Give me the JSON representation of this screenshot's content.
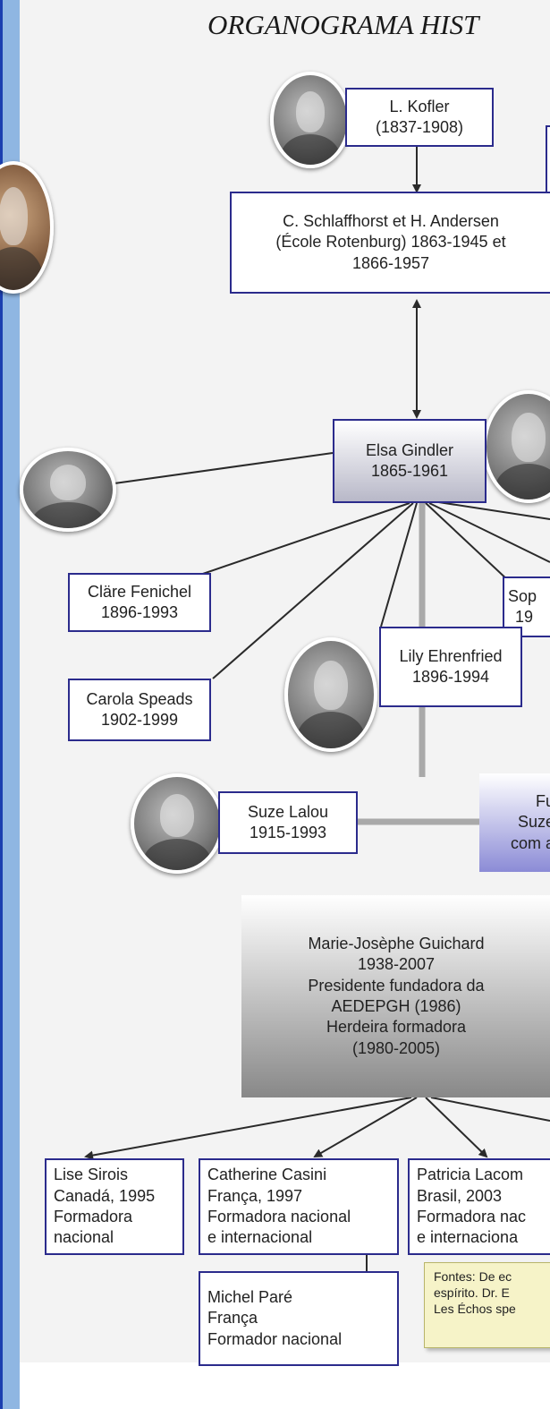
{
  "title": "ORGANOGRAMA HIST",
  "lines": {
    "arrow_color": "#2a2a2a",
    "gray_line_color": "#a9a9a9"
  },
  "nodes": {
    "kofler": {
      "line1": "L. Kofler",
      "line2": "(1837-1908)"
    },
    "schlaffhorst": {
      "line1": "C. Schlaffhorst et H. Andersen",
      "line2": "(École Rotenburg) 1863-1945 et",
      "line3": "1866-1957"
    },
    "gindler": {
      "line1": "Elsa Gindler",
      "line2": "1865-1961"
    },
    "fenichel": {
      "line1": "Cläre Fenichel",
      "line2": "1896-1993"
    },
    "sophie": {
      "line1": "Sop",
      "line2": "19"
    },
    "speads": {
      "line1": "Carola Speads",
      "line2": "1902-1999"
    },
    "ehrenfried": {
      "line1": "Lily Ehrenfried",
      "line2": "1896-1994"
    },
    "lalou": {
      "line1": "Suze Lalou",
      "line2": "1915-1993"
    },
    "fundacao": {
      "line1": "Fu",
      "line2": "Suze",
      "line3": "com a"
    },
    "guichard": {
      "line1": "Marie-Josèphe Guichard",
      "line2": "1938-2007",
      "line3": "Presidente fundadora da",
      "line4": "AEDEPGH (1986)",
      "line5": "Herdeira formadora",
      "line6": "(1980-2005)"
    },
    "sirois": {
      "line1": "Lise Sirois",
      "line2": "Canadá, 1995",
      "line3": "Formadora",
      "line4": "nacional"
    },
    "casini": {
      "line1": "Catherine Casini",
      "line2": "França, 1997",
      "line3": "Formadora nacional",
      "line4": "e internacional"
    },
    "lacom": {
      "line1": "Patricia Lacom",
      "line2": "Brasil, 2003",
      "line3": "Formadora nac",
      "line4": "e internaciona"
    },
    "pare": {
      "line1": "Michel Paré",
      "line2": "França",
      "line3": "Formador nacional"
    },
    "fontes": {
      "line1": "Fontes: De ec",
      "line2": "espírito. Dr. E",
      "line3": "Les Échos spe"
    }
  }
}
